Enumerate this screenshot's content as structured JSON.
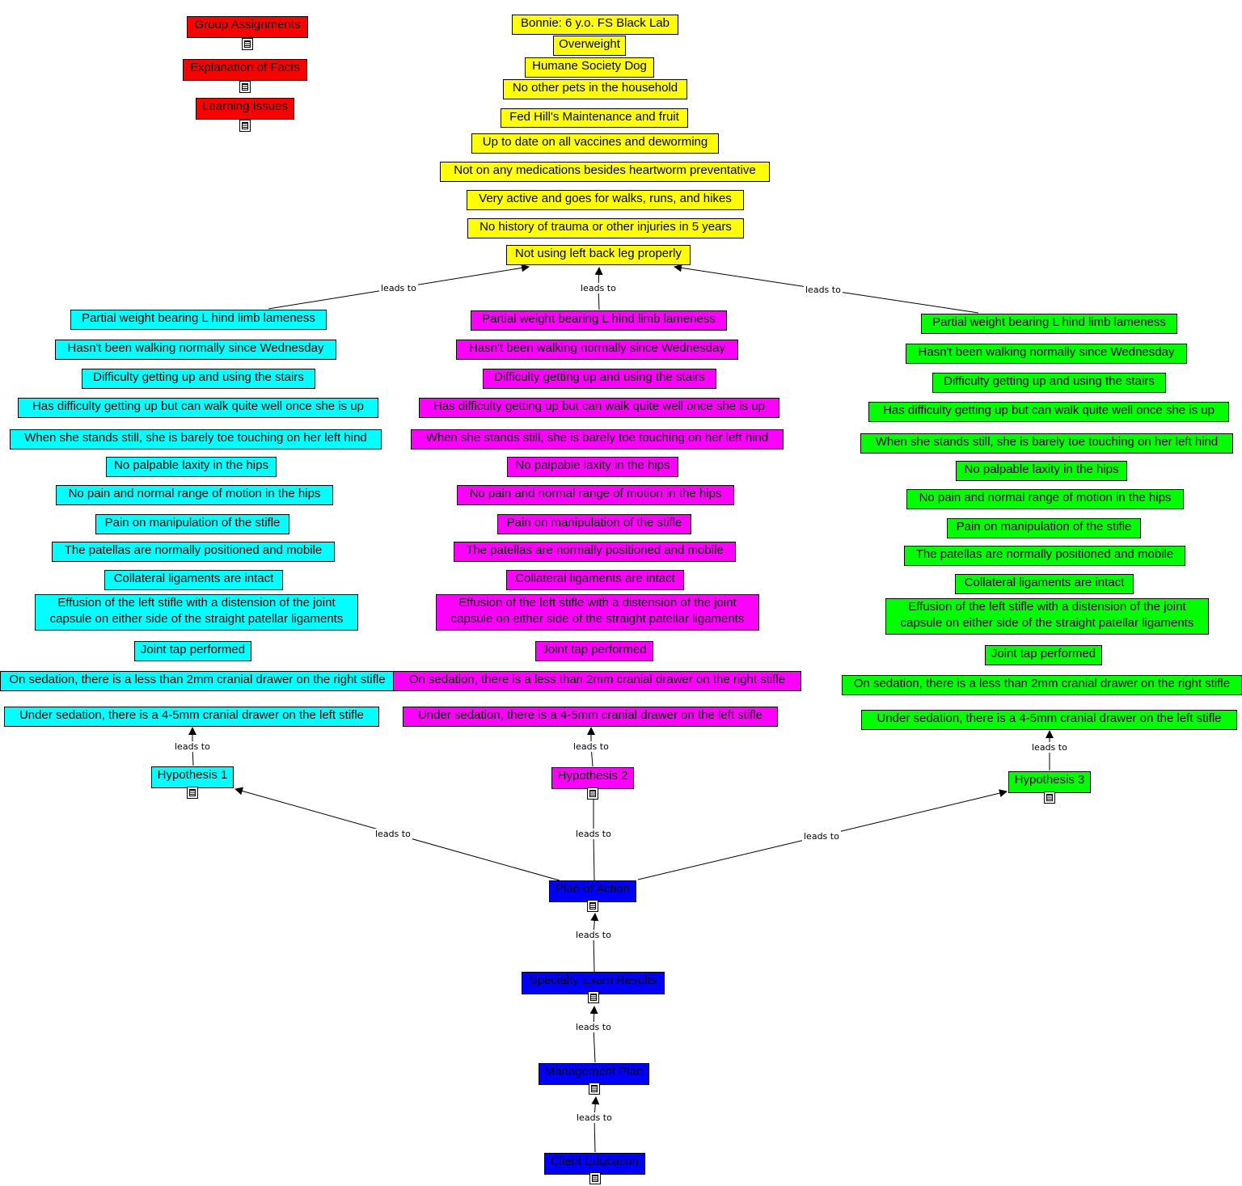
{
  "link_label": "leads to",
  "colors": {
    "red": "#ff0000",
    "yellow": "#ffff00",
    "cyan": "#00ffff",
    "magenta": "#ff00ff",
    "green": "#00ff00",
    "blue": "#0000ff"
  },
  "top_left": [
    "Group Assignments",
    "Explanation of Facts",
    "Learning Issues"
  ],
  "facts": [
    "Bonnie: 6 y.o. FS Black Lab",
    "Overweight",
    "Humane Society Dog",
    "No other pets in the household",
    "Fed Hill's Maintenance and fruit",
    "Up to date on all vaccines and deworming",
    "Not on any medications besides heartworm preventative",
    "Very active and goes for walks, runs, and hikes",
    "No history of trauma or other injuries in 5 years",
    "Not using left back leg properly"
  ],
  "findings": [
    "Partial weight bearing L hind limb lameness",
    "Hasn't been walking normally since Wednesday",
    "Difficulty getting up and using the stairs",
    "Has difficulty getting up but can walk quite well once she is up",
    "When she stands still, she is barely toe touching on her left hind",
    "No palpable laxity in the hips",
    "No pain and normal range of motion in the hips",
    "Pain on manipulation of the stifle",
    "The patellas are normally positioned and mobile",
    "Collateral ligaments are intact",
    "Effusion of the left stifle with a distension of the joint capsule on either side of the straight patellar ligaments",
    "Joint tap performed",
    "On sedation, there is a less than 2mm cranial drawer on the right stifle",
    "Under sedation, there is a 4-5mm cranial drawer on the left stifle"
  ],
  "hypotheses": [
    "Hypothesis 1",
    "Hypothesis 2",
    "Hypothesis 3"
  ],
  "chain": [
    "Plan of Action",
    "Specialty Exam Results",
    "Management Plan",
    "Client Education"
  ]
}
